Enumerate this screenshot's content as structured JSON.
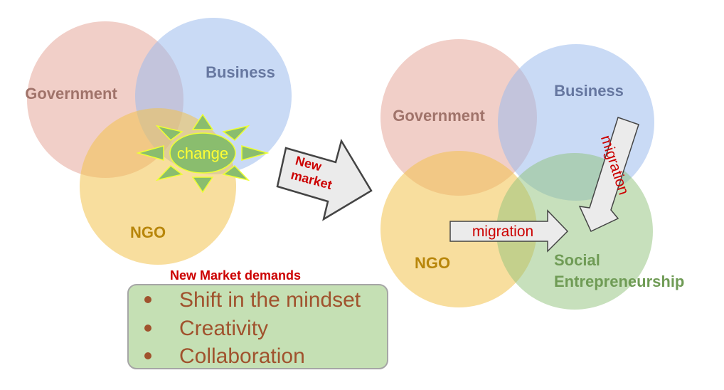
{
  "left_diagram": {
    "government": "Government",
    "business": "Business",
    "ngo": "NGO",
    "change": "change"
  },
  "transition_arrow": {
    "line1": "New",
    "line2": "market"
  },
  "right_diagram": {
    "government": "Government",
    "business": "Business",
    "ngo": "NGO",
    "social_line1": "Social",
    "social_line2": "Entrepreneurship",
    "migration_horizontal": "migration",
    "migration_vertical": "migration"
  },
  "demands": {
    "title": "New Market demands",
    "items": [
      "Shift in the mindset",
      "Creativity",
      "Collaboration"
    ]
  },
  "colors": {
    "government": "#e6a89a",
    "business": "#9dbcec",
    "ngo": "#f2c34f",
    "social": "#8fc17a",
    "accent_red": "#cc0000"
  }
}
